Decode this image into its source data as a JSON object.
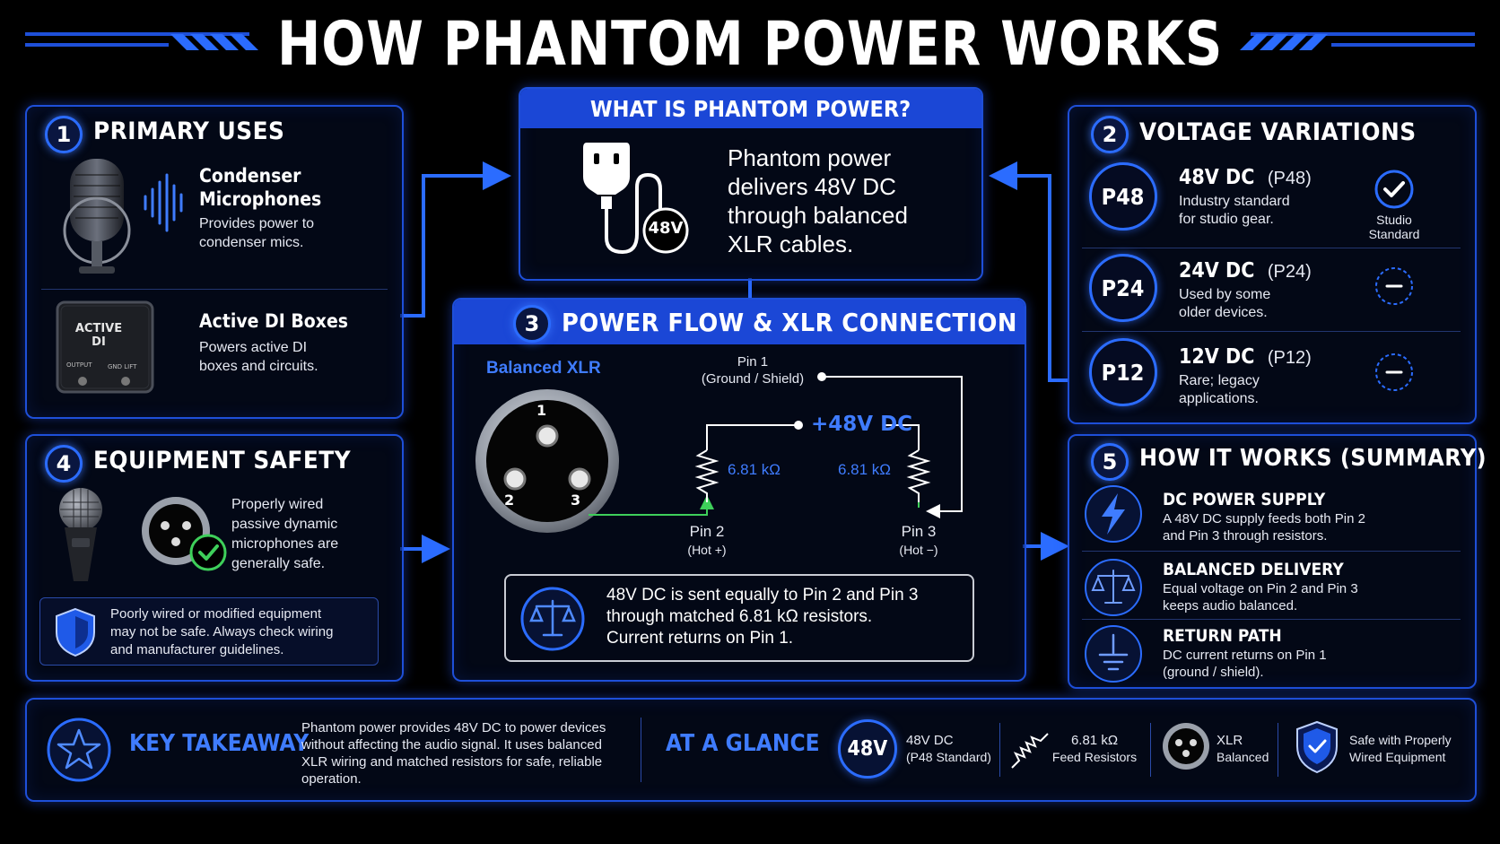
{
  "title": "HOW PHANTOM POWER WORKS",
  "what": {
    "heading": "WHAT IS PHANTOM POWER?",
    "body": [
      "Phantom power",
      "delivers 48V DC",
      "through balanced",
      "XLR cables."
    ],
    "plug_label": "48V"
  },
  "primary_uses": {
    "number": "1",
    "heading": "PRIMARY USES",
    "items": [
      {
        "title": [
          "Condenser",
          "Microphones"
        ],
        "desc": [
          "Provides power to",
          "condenser mics."
        ],
        "icon": "condenser-microphone-icon"
      },
      {
        "title": [
          "Active DI Boxes"
        ],
        "desc": [
          "Powers active DI",
          "boxes and circuits."
        ],
        "icon": "di-box-icon",
        "box_label": [
          "ACTIVE",
          "DI"
        ],
        "box_sub": [
          "OUTPUT",
          "GND LIFT"
        ]
      }
    ]
  },
  "voltage": {
    "number": "2",
    "heading": "VOLTAGE VARIATIONS",
    "items": [
      {
        "code": "P48",
        "title": "48V DC",
        "paren": "(P48)",
        "desc": [
          "Industry standard",
          "for studio gear."
        ],
        "status_icon": "check-circle-icon",
        "status": [
          "Studio",
          "Standard"
        ]
      },
      {
        "code": "P24",
        "title": "24V DC",
        "paren": "(P24)",
        "desc": [
          "Used by some",
          "older devices."
        ],
        "status_icon": "minus-circle-icon"
      },
      {
        "code": "P12",
        "title": "12V DC",
        "paren": "(P12)",
        "desc": [
          "Rare; legacy",
          "applications."
        ],
        "status_icon": "minus-circle-icon"
      }
    ]
  },
  "flow": {
    "number": "3",
    "heading": "POWER FLOW & XLR CONNECTION",
    "xlr_label": "Balanced XLR",
    "pins": [
      "1",
      "2",
      "3"
    ],
    "pin1": [
      "Pin 1",
      "(Ground / Shield)"
    ],
    "pin2": [
      "Pin 2",
      "(Hot +)"
    ],
    "pin3": [
      "Pin 3",
      "(Hot −)"
    ],
    "supply": "+48V DC",
    "resistor_left": "6.81 kΩ",
    "resistor_right": "6.81 kΩ",
    "note": [
      "48V DC is sent equally to Pin 2 and Pin 3",
      "through matched 6.81 kΩ resistors.",
      "Current returns on Pin 1."
    ]
  },
  "safety": {
    "number": "4",
    "heading": "EQUIPMENT SAFETY",
    "ok_text": [
      "Properly wired",
      "passive dynamic",
      "microphones are",
      "generally safe."
    ],
    "warn_text": [
      "Poorly wired or modified equipment",
      "may not be safe. Always check wiring",
      "and manufacturer guidelines."
    ]
  },
  "summary": {
    "number": "5",
    "heading": "HOW IT WORKS (SUMMARY)",
    "items": [
      {
        "title": "DC POWER SUPPLY",
        "desc": [
          "A 48V DC supply feeds both Pin 2",
          "and Pin 3 through resistors."
        ],
        "icon": "lightning-icon"
      },
      {
        "title": "BALANCED DELIVERY",
        "desc": [
          "Equal voltage on Pin 2 and Pin 3",
          "keeps audio balanced."
        ],
        "icon": "scales-icon"
      },
      {
        "title": "RETURN PATH",
        "desc": [
          "DC current returns on Pin 1",
          "(ground / shield)."
        ],
        "icon": "ground-icon"
      }
    ]
  },
  "takeaway": {
    "heading": "KEY TAKEAWAY",
    "body": [
      "Phantom power provides 48V DC to power devices",
      "without affecting the audio signal. It uses balanced",
      "XLR wiring and matched resistors for safe, reliable",
      "operation."
    ]
  },
  "glance": {
    "heading": "AT A GLANCE",
    "volt_badge": "48V",
    "items": [
      {
        "line1": "48V DC",
        "line2": "(P48 Standard)"
      },
      {
        "line1": "6.81 kΩ",
        "line2": "Feed Resistors"
      },
      {
        "line1": "XLR",
        "line2": "Balanced"
      },
      {
        "line1": "Safe with Properly",
        "line2": "Wired Equipment"
      }
    ]
  },
  "colors": {
    "accent": "#2b6cff",
    "text_blue": "#3f7cff",
    "green": "#3ecf5a",
    "background": "#000000"
  }
}
